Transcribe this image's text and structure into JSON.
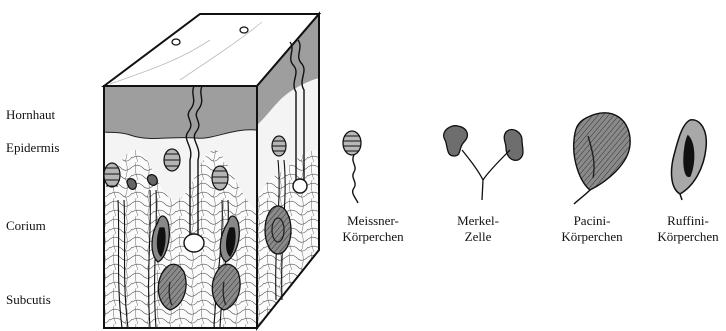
{
  "layers": {
    "hornhaut": "Hornhaut",
    "epidermis": "Epidermis",
    "corium": "Corium",
    "subcutis": "Subcutis"
  },
  "receptors": [
    {
      "line1": "Meissner-",
      "line2": "Körperchen"
    },
    {
      "line1": "Merkel-",
      "line2": "Zelle"
    },
    {
      "line1": "Pacini-",
      "line2": "Körperchen"
    },
    {
      "line1": "Ruffini-",
      "line2": "Körperchen"
    }
  ]
}
